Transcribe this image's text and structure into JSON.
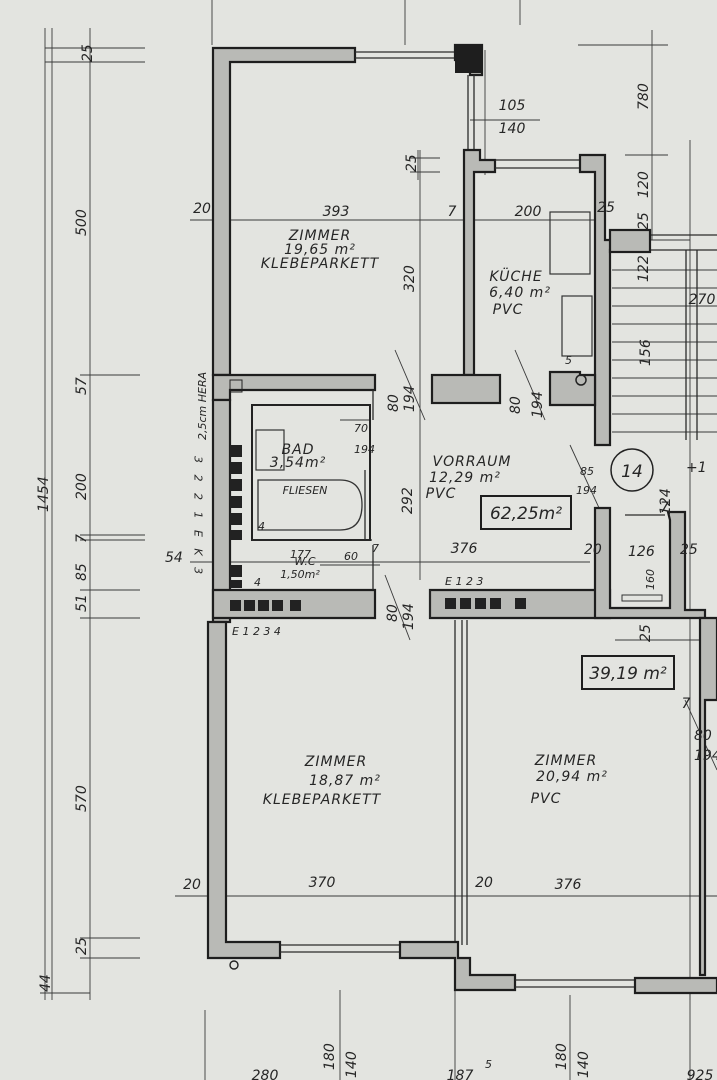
{
  "rooms": {
    "zimmer_top": {
      "name": "ZIMMER",
      "area": "19,65 m²",
      "floor": "KLEBEPARKETT"
    },
    "kueche": {
      "name": "KÜCHE",
      "area": "6,40 m²",
      "floor": "PVC"
    },
    "bad": {
      "name": "BAD",
      "area": "3,54m²",
      "floor": "FLIESEN"
    },
    "wc": {
      "name": "W.C",
      "area": "1,50m²"
    },
    "vorraum": {
      "name": "VORRAUM",
      "area": "12,29 m²",
      "floor": "PVC"
    },
    "zimmer_bottom_left": {
      "name": "ZIMMER",
      "area": "18,87 m²",
      "floor": "KLEBEPARKETT"
    },
    "zimmer_bottom_right": {
      "name": "ZIMMER",
      "area": "20,94 m²",
      "floor": "PVC"
    }
  },
  "totals": {
    "area_1": "62,25m²",
    "area_2": "39,19 m²",
    "stair_number": "14"
  },
  "notes": {
    "hera": "2,5cm HERA",
    "sockets_bad": "E 1 2 3 4",
    "sockets_vorraum": "E 1 2 3",
    "sockets_left": "3 2 2 1 E K 3"
  },
  "dimensions": {
    "left_chain": [
      "25",
      "500",
      "57",
      "200",
      "7",
      "85",
      "51",
      "570",
      "25",
      "44"
    ],
    "total_height": "1454",
    "top_room": [
      "393",
      "20",
      "320",
      "7",
      "105",
      "140",
      "25"
    ],
    "kitchen": [
      "200",
      "25",
      "780",
      "120",
      "25",
      "122",
      "270",
      "156"
    ],
    "openings": [
      "80",
      "194",
      "70",
      "194",
      "80",
      "194",
      "85",
      "194",
      "80",
      "194"
    ],
    "middle": [
      "292",
      "376",
      "60",
      "7",
      "177",
      "54",
      "124",
      "7",
      "20",
      "126",
      "25",
      "160",
      "25",
      "4",
      "4",
      "5"
    ],
    "bottom": [
      "370",
      "20",
      "376",
      "20",
      "7",
      "280",
      "180",
      "140",
      "187",
      "5",
      "180",
      "140",
      "925"
    ],
    "sides": [
      "+1"
    ]
  }
}
